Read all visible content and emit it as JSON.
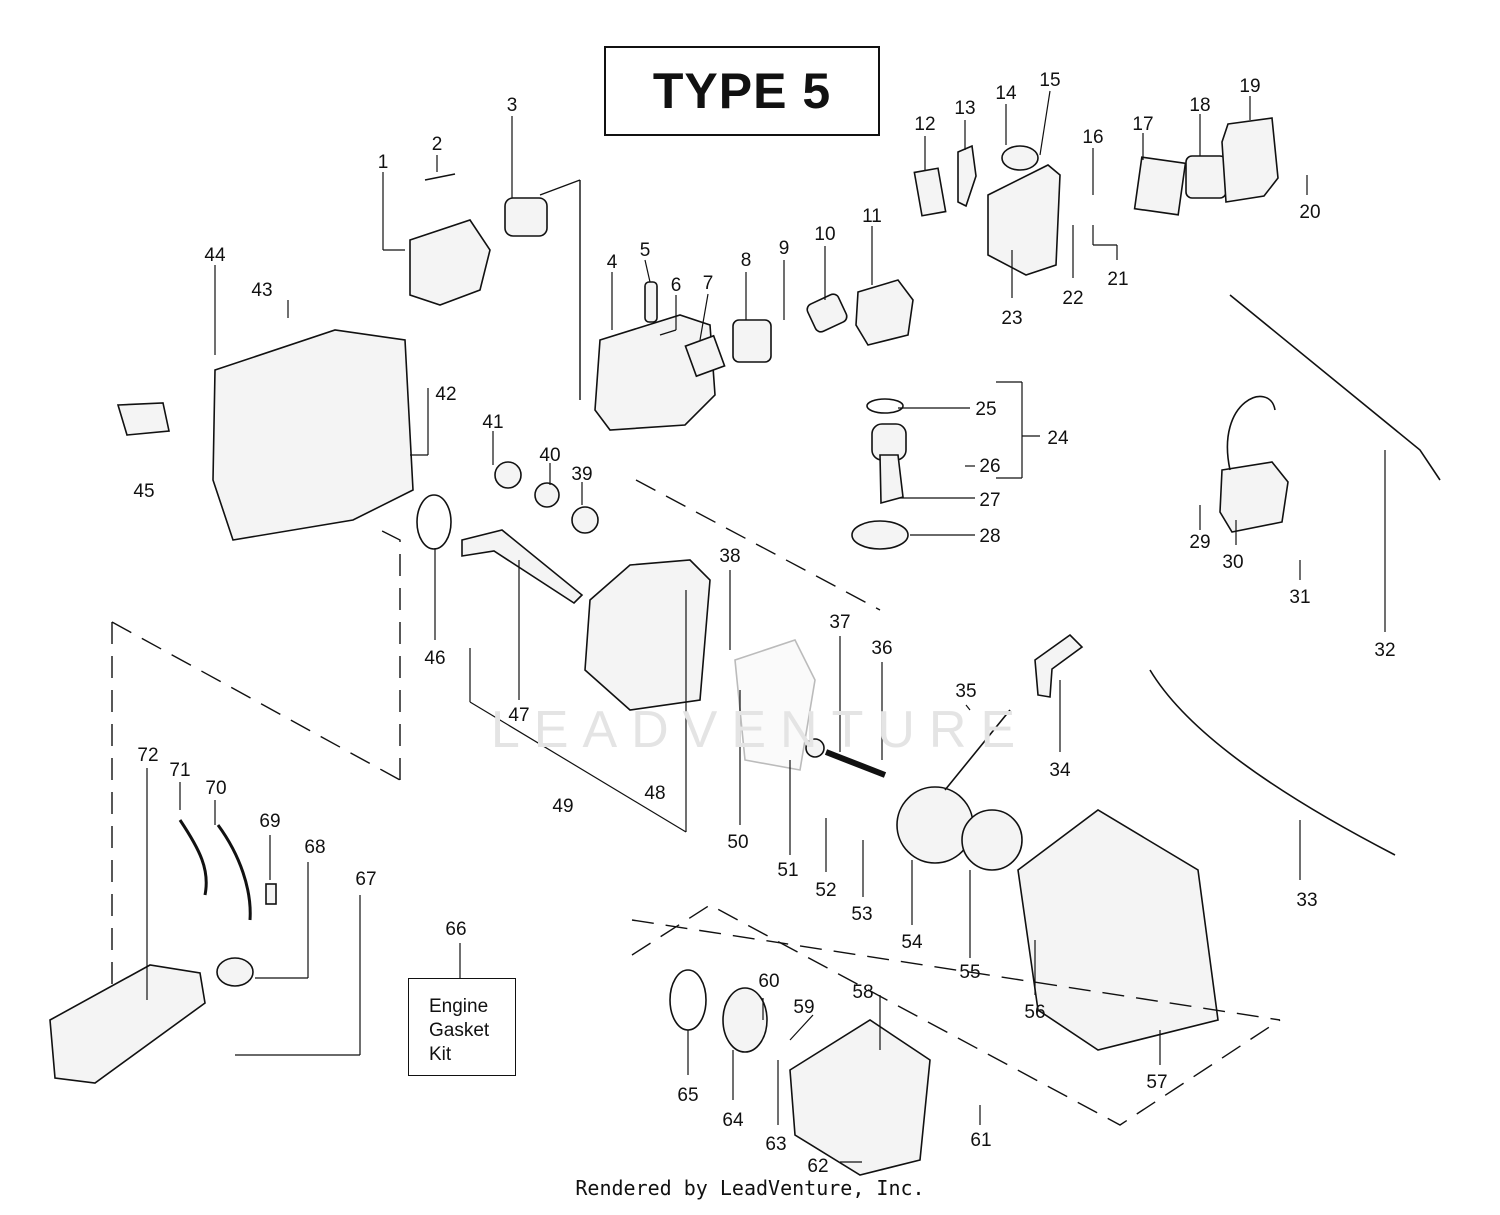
{
  "title": "TYPE 5",
  "kit_box": {
    "line1": "Engine",
    "line2": "Gasket",
    "line3": "Kit"
  },
  "footer": "Rendered by LeadVenture, Inc.",
  "watermark": "LEADVENTURE",
  "callouts": [
    "1",
    "2",
    "3",
    "4",
    "5",
    "6",
    "7",
    "8",
    "9",
    "10",
    "11",
    "12",
    "13",
    "14",
    "15",
    "16",
    "17",
    "18",
    "19",
    "20",
    "21",
    "22",
    "23",
    "24",
    "25",
    "26",
    "27",
    "28",
    "29",
    "30",
    "31",
    "32",
    "33",
    "34",
    "35",
    "36",
    "37",
    "38",
    "39",
    "40",
    "41",
    "42",
    "43",
    "44",
    "45",
    "46",
    "47",
    "48",
    "49",
    "50",
    "51",
    "52",
    "53",
    "54",
    "55",
    "56",
    "57",
    "58",
    "59",
    "60",
    "61",
    "62",
    "63",
    "64",
    "65",
    "66",
    "67",
    "68",
    "69",
    "70",
    "71",
    "72"
  ],
  "colors": {
    "ink": "#111111",
    "part_fill": "#f4f4f4",
    "watermark": "#e4e4e4"
  }
}
